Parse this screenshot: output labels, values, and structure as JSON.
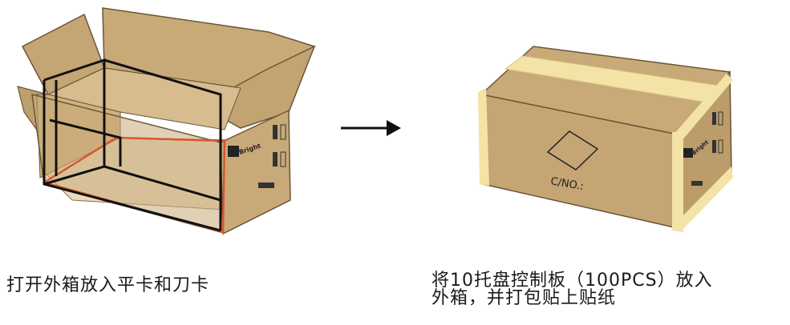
{
  "left_panel": {
    "caption": "打开外箱放入平卡和刀卡",
    "box_brand": "Bright"
  },
  "right_panel": {
    "caption_line1": "将10托盘控制板（100PCS）放入",
    "caption_line2": "外箱，并打包贴上贴纸",
    "box_label": "C/NO.:",
    "box_brand": "Bright"
  },
  "colors": {
    "cardboard": "#c8a978",
    "cardboard_dark": "#b0925f",
    "tape": "#f3e3a6",
    "divider_red": "#d9552f",
    "line": "#111111"
  }
}
